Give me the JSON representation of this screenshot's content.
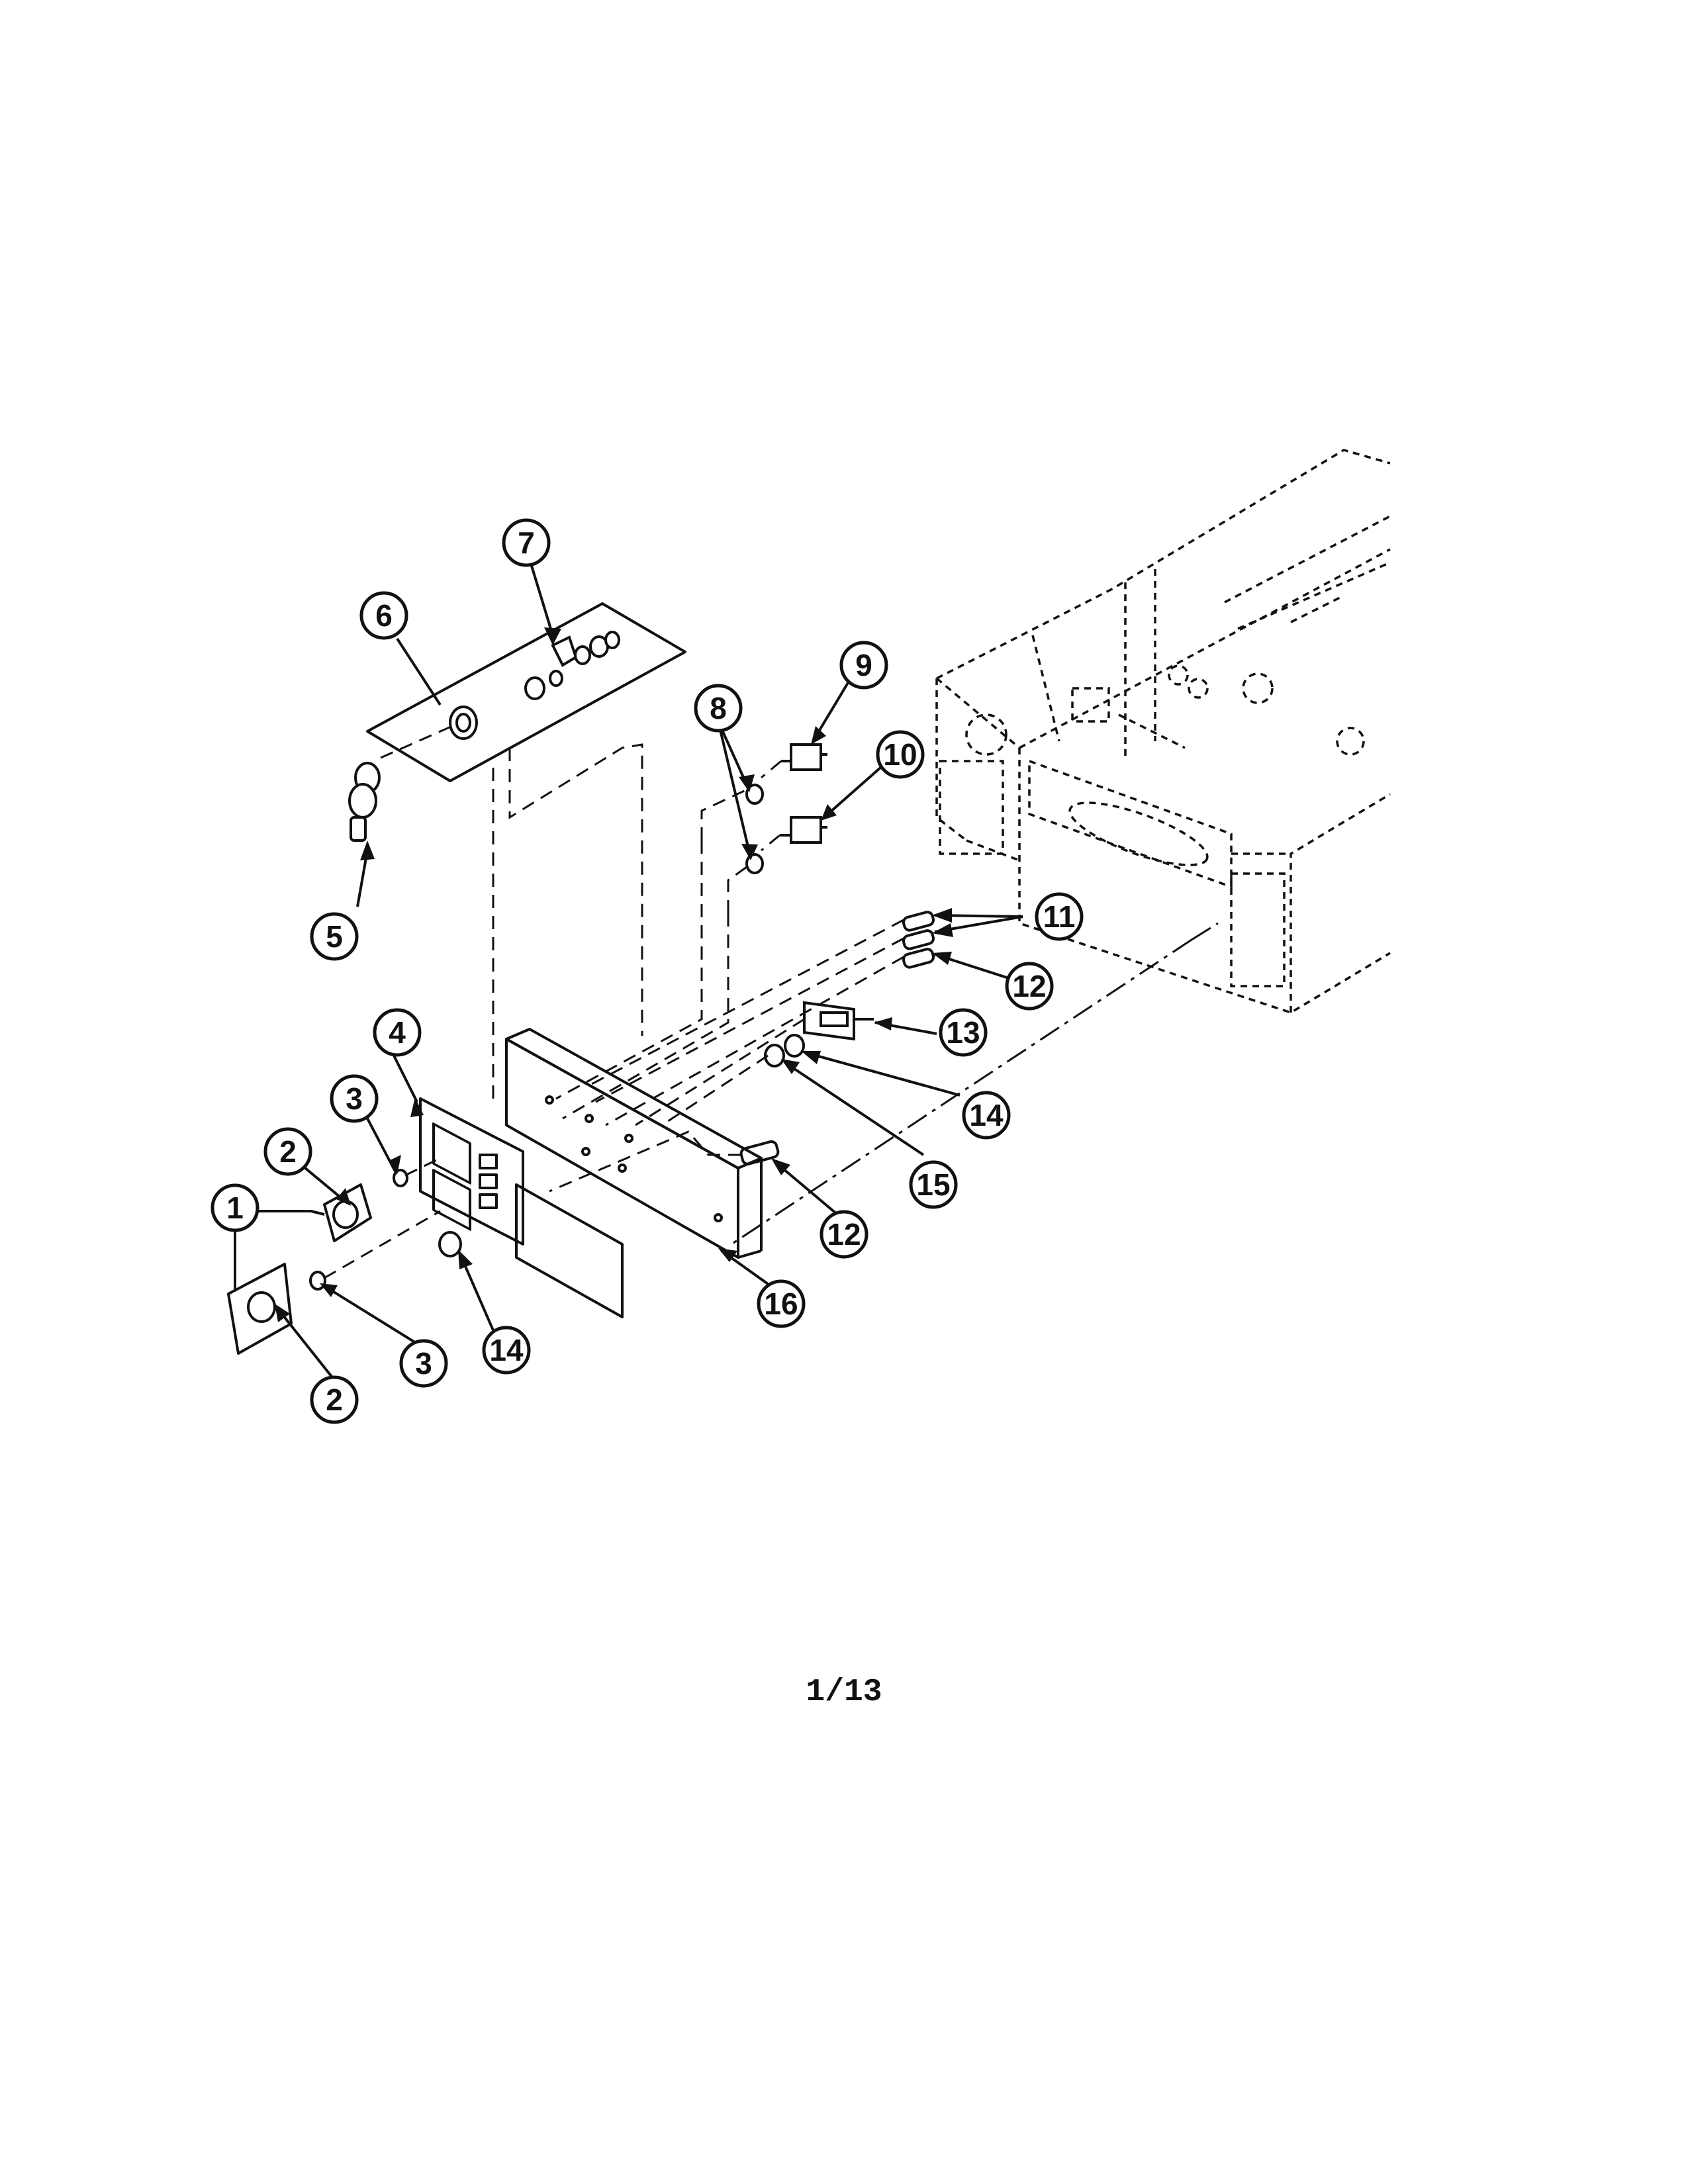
{
  "page_number": "1/13",
  "callouts": [
    {
      "id": "1a",
      "label": "1"
    },
    {
      "id": "1b",
      "label": ""
    },
    {
      "id": "2a",
      "label": "2"
    },
    {
      "id": "2b",
      "label": "2"
    },
    {
      "id": "3a",
      "label": "3"
    },
    {
      "id": "3b",
      "label": "3"
    },
    {
      "id": "4",
      "label": "4"
    },
    {
      "id": "5",
      "label": "5"
    },
    {
      "id": "6",
      "label": "6"
    },
    {
      "id": "7",
      "label": "7"
    },
    {
      "id": "8",
      "label": "8"
    },
    {
      "id": "9",
      "label": "9"
    },
    {
      "id": "10",
      "label": "10"
    },
    {
      "id": "11",
      "label": "11"
    },
    {
      "id": "12a",
      "label": "12"
    },
    {
      "id": "12b",
      "label": "12"
    },
    {
      "id": "13",
      "label": "13"
    },
    {
      "id": "14a",
      "label": "14"
    },
    {
      "id": "14b",
      "label": "14"
    },
    {
      "id": "15",
      "label": "15"
    },
    {
      "id": "16",
      "label": "16"
    }
  ]
}
